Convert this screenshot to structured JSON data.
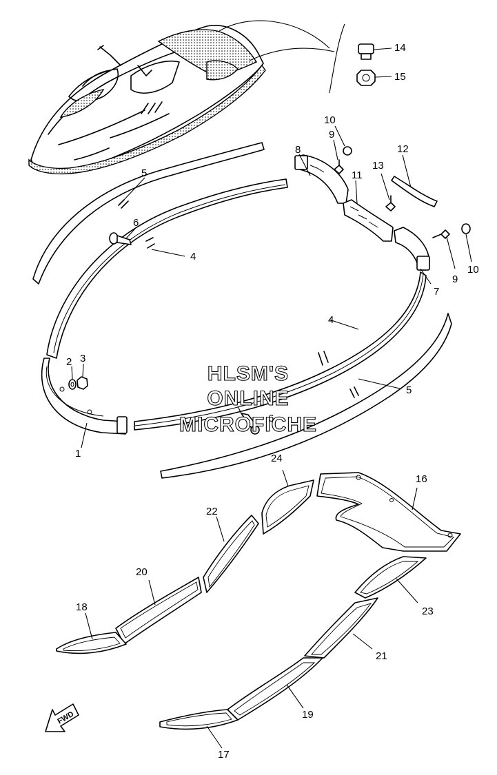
{
  "callouts": [
    {
      "id": "c1",
      "label": "1"
    },
    {
      "id": "c2",
      "label": "2"
    },
    {
      "id": "c3",
      "label": "3"
    },
    {
      "id": "c4a",
      "label": "4"
    },
    {
      "id": "c4b",
      "label": "4"
    },
    {
      "id": "c5a",
      "label": "5"
    },
    {
      "id": "c5b",
      "label": "5"
    },
    {
      "id": "c6a",
      "label": "6"
    },
    {
      "id": "c6b",
      "label": "6"
    },
    {
      "id": "c7",
      "label": "7"
    },
    {
      "id": "c8",
      "label": "8"
    },
    {
      "id": "c9a",
      "label": "9"
    },
    {
      "id": "c9b",
      "label": "9"
    },
    {
      "id": "c10a",
      "label": "10"
    },
    {
      "id": "c10b",
      "label": "10"
    },
    {
      "id": "c11",
      "label": "11"
    },
    {
      "id": "c12",
      "label": "12"
    },
    {
      "id": "c13",
      "label": "13"
    },
    {
      "id": "c14",
      "label": "14"
    },
    {
      "id": "c15",
      "label": "15"
    },
    {
      "id": "c16",
      "label": "16"
    },
    {
      "id": "c17",
      "label": "17"
    },
    {
      "id": "c18",
      "label": "18"
    },
    {
      "id": "c19",
      "label": "19"
    },
    {
      "id": "c20",
      "label": "20"
    },
    {
      "id": "c21",
      "label": "21"
    },
    {
      "id": "c22",
      "label": "22"
    },
    {
      "id": "c23",
      "label": "23"
    },
    {
      "id": "c24",
      "label": "24"
    }
  ],
  "watermark": [
    "HLSM'S",
    "ONLINE",
    "MICROFICHE"
  ],
  "fwd_label": "FWD",
  "colors": {
    "ink": "#000000",
    "paper": "#ffffff"
  }
}
